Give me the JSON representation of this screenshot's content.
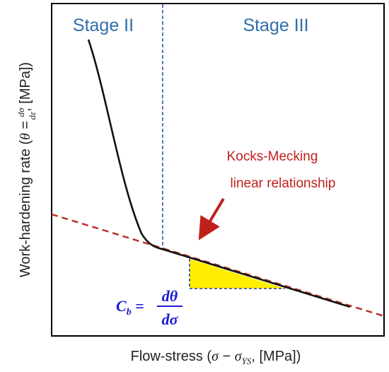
{
  "stage_left": "Stage II",
  "stage_right": "Stage III",
  "annotation_line1": "Kocks-Mecking",
  "annotation_line2": "linear relationship",
  "y_axis": {
    "text": "Work-hardening rate (",
    "theta": "θ",
    "equals": " = ",
    "frac_num": "dσ",
    "frac_den": "dε",
    "units": ", [MPa])"
  },
  "x_axis": {
    "text": "Flow-stress (",
    "sigma": "σ",
    "minus": " − ",
    "sigma2": "σ",
    "sub": "YS",
    "units": ", [MPa])"
  },
  "slope_label": {
    "c": "C",
    "c_sub": "b",
    "equals": " = ",
    "num": "dθ",
    "den": "dσ"
  },
  "colors": {
    "stage_text": "#2f6eac",
    "divider": "#2f5aa8",
    "annotation": "#c0201c",
    "fit_line": "#b8322a",
    "curve": "#111111",
    "triangle_fill": "#ffee00",
    "triangle_edge": "#1f3fb0",
    "slope_text": "#1a1ad4"
  }
}
